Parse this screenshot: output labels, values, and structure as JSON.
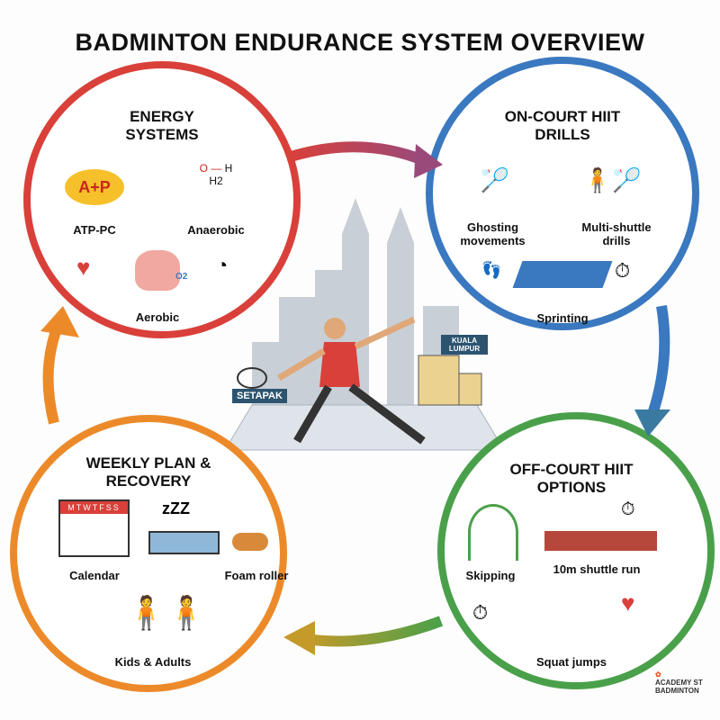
{
  "title": "BADMINTON ENDURANCE SYSTEM OVERVIEW",
  "colors": {
    "energy": "#d9403a",
    "oncourt": "#3a78c0",
    "offcourt": "#4aa04a",
    "weekly": "#ec8a2a"
  },
  "energy_systems": {
    "heading": "ENERGY SYSTEMS",
    "atp_badge": "A+P",
    "items": [
      "ATP-PC",
      "Anaerobic",
      "Aerobic"
    ],
    "molecule_labels": [
      "O",
      "H",
      "H2"
    ],
    "o2_label": "O2"
  },
  "on_court": {
    "heading": "ON-COURT HIIT DRILLS",
    "items": [
      "Ghosting movements",
      "Multi-shuttle drills",
      "Sprinting"
    ]
  },
  "off_court": {
    "heading": "OFF-COURT HIIT OPTIONS",
    "items": [
      "Skipping",
      "10m shuttle run",
      "Squat jumps"
    ]
  },
  "weekly": {
    "heading": "WEEKLY PLAN & RECOVERY",
    "calendar_days": "MTWTFSS",
    "sleep_label": "zZZ",
    "items": [
      "Calendar",
      "Foam roller",
      "Kids & Adults"
    ]
  },
  "center": {
    "sign_left": "SETAPAK",
    "sign_right": "KUALA LUMPUR"
  },
  "logo": {
    "text": "ACADEMY ST BADMINTON"
  }
}
